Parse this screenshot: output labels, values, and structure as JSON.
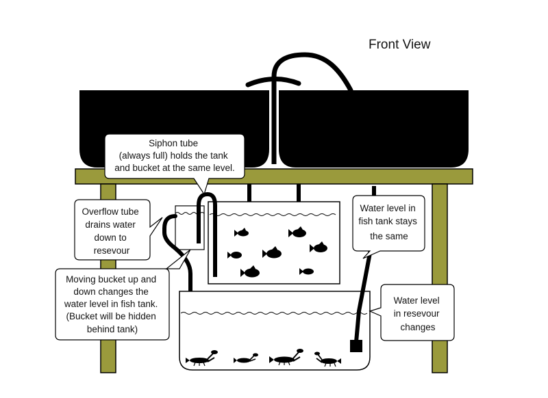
{
  "title": "Front View",
  "callouts": {
    "siphon": [
      "Siphon tube",
      "(always full) holds the tank",
      "and bucket at the same level."
    ],
    "overflow": [
      "Overflow tube",
      "drains water",
      "down to",
      "resevour"
    ],
    "moving": [
      "Moving bucket up and",
      "down changes the",
      "water level in fish tank.",
      "(Bucket will be hidden",
      "behind tank)"
    ],
    "fish_level": [
      "Water level in",
      "fish tank stays",
      "the same"
    ],
    "res_level": [
      "Water level",
      "in resevour",
      "changes"
    ]
  },
  "colors": {
    "shelf": "#9a9a3c",
    "grow_bed": "#000000",
    "outline": "#000000",
    "background": "#ffffff"
  }
}
